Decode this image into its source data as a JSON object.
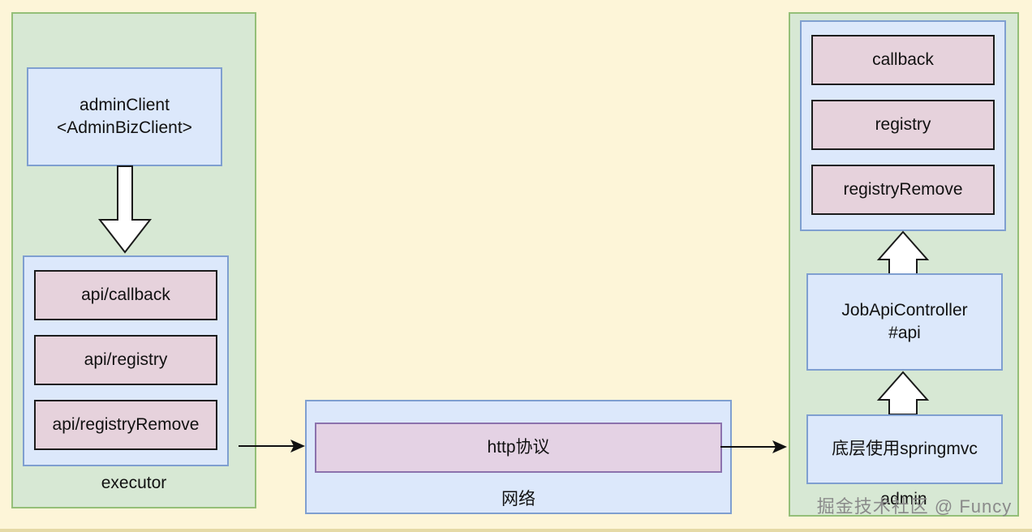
{
  "executor": {
    "label": "executor",
    "admin_client": "adminClient\n<AdminBizClient>",
    "apis": [
      "api/callback",
      "api/registry",
      "api/registryRemove"
    ]
  },
  "network": {
    "label": "网络",
    "protocol": "http协议"
  },
  "admin": {
    "label": "admin",
    "apis": [
      "callback",
      "registry",
      "registryRemove"
    ],
    "controller": "JobApiController\n#api",
    "framework": "底层使用springmvc"
  },
  "watermark": "掘金技术社区 @ Funcy"
}
